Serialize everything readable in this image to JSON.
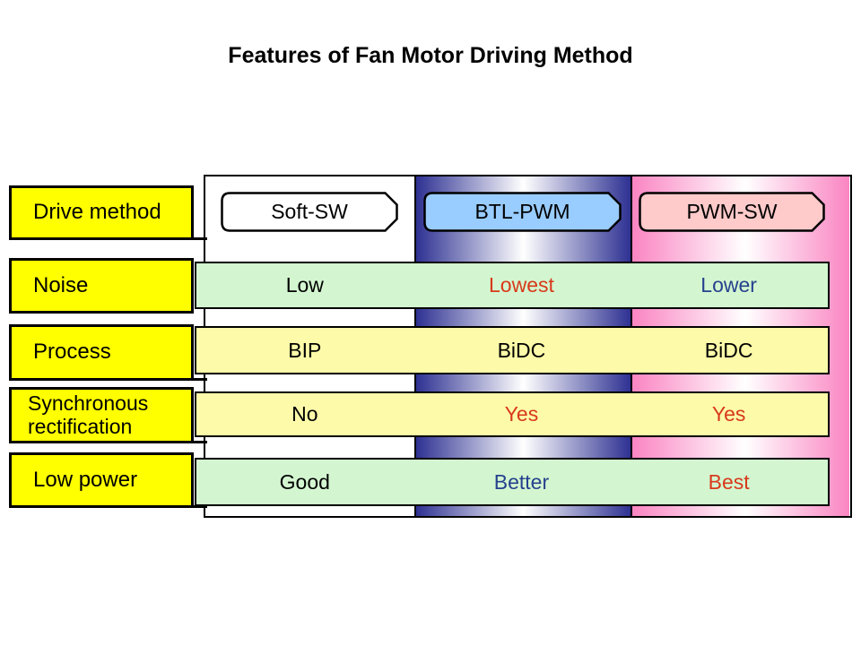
{
  "title": "Features of Fan Motor Driving Method",
  "palette": {
    "label_yellow": "#ffff00",
    "band_green": "#d3f6d0",
    "band_yellow": "#fdfba9",
    "navy": "#2e3192",
    "pink": "#fa85c2",
    "header_blue_fill": "#99ccff",
    "header_pink_fill": "#ffcaca",
    "text_red": "#d8391b",
    "text_blue": "#26418e"
  },
  "row_header_label": "Drive method",
  "columns": [
    {
      "id": "soft-sw",
      "label": "Soft-SW"
    },
    {
      "id": "btl-pwm",
      "label": "BTL-PWM"
    },
    {
      "id": "pwm-sw",
      "label": "PWM-SW"
    }
  ],
  "rows": [
    {
      "label": "Noise",
      "band": "green",
      "cells": [
        {
          "text": "Low",
          "color": "black"
        },
        {
          "text": "Lowest",
          "color": "red"
        },
        {
          "text": "Lower",
          "color": "blue"
        }
      ]
    },
    {
      "label": "Process",
      "band": "yellow",
      "cells": [
        {
          "text": "BIP",
          "color": "black"
        },
        {
          "text": "BiDC",
          "color": "black"
        },
        {
          "text": "BiDC",
          "color": "black"
        }
      ]
    },
    {
      "label": "Synchronous rectification",
      "band": "yellow",
      "cells": [
        {
          "text": "No",
          "color": "black"
        },
        {
          "text": "Yes",
          "color": "red"
        },
        {
          "text": "Yes",
          "color": "red"
        }
      ]
    },
    {
      "label": "Low power",
      "band": "green",
      "cells": [
        {
          "text": "Good",
          "color": "black"
        },
        {
          "text": "Better",
          "color": "blue"
        },
        {
          "text": "Best",
          "color": "red"
        }
      ]
    }
  ]
}
